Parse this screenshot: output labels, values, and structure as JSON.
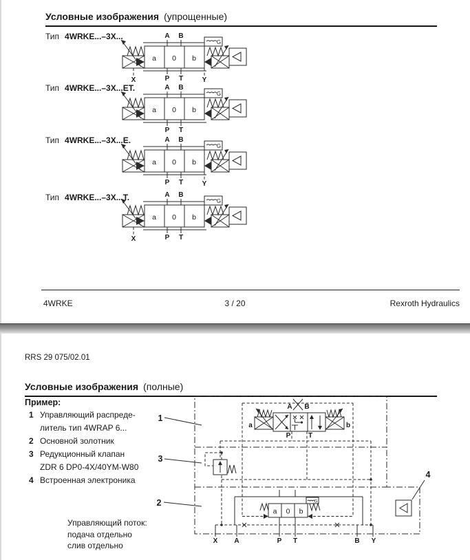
{
  "valve_labels": {
    "A": "A",
    "B": "B",
    "P": "P",
    "T": "T",
    "X": "X",
    "Y": "Y",
    "a": "a",
    "zero": "0",
    "b": "b",
    "G": "G"
  },
  "page1": {
    "title": "Условные изображения",
    "title_paren": "(упрощенные)",
    "diagrams": [
      {
        "prefix": "Тип",
        "code": "4WRKE...–3X..."
      },
      {
        "prefix": "Тип",
        "code": "4WRKE...–3X...ET."
      },
      {
        "prefix": "Тип",
        "code": "4WRKE...–3X...E."
      },
      {
        "prefix": "Тип",
        "code": "4WRKE...–3X...T."
      }
    ],
    "footer": {
      "left": "4WRKE",
      "center": "3 / 20",
      "right": "Rexroth Hydraulics"
    }
  },
  "page2": {
    "doc_number": "RRS 29 075/02.01",
    "title": "Условные изображения",
    "title_paren": "(полные)",
    "example": {
      "heading": "Пример:",
      "items": [
        {
          "num": "1",
          "lines": [
            "Управляющий распреде-",
            "литель тип 4WRAP 6..."
          ]
        },
        {
          "num": "2",
          "lines": [
            "Основной золотник"
          ]
        },
        {
          "num": "3",
          "lines": [
            "Редукционный клапан",
            "ZDR 6 DP0-4X/40YM-W80"
          ]
        },
        {
          "num": "4",
          "lines": [
            "Встроенная электроника"
          ]
        }
      ]
    },
    "control_flow": [
      "Управляющий поток:",
      "подача отдельно",
      "слив отдельно"
    ],
    "diagram": {
      "callouts": {
        "c1": "1",
        "c2": "2",
        "c3": "3",
        "c4": "4"
      },
      "ports": {
        "X": "X",
        "A": "A",
        "P": "P",
        "T": "T",
        "B": "B",
        "Y": "Y"
      },
      "pilot": {
        "a": "a",
        "b": "b",
        "A": "A",
        "B": "B",
        "P": "P",
        "T": "T"
      },
      "main": {
        "a": "a",
        "zero": "0",
        "b": "b",
        "G": "G"
      }
    }
  }
}
